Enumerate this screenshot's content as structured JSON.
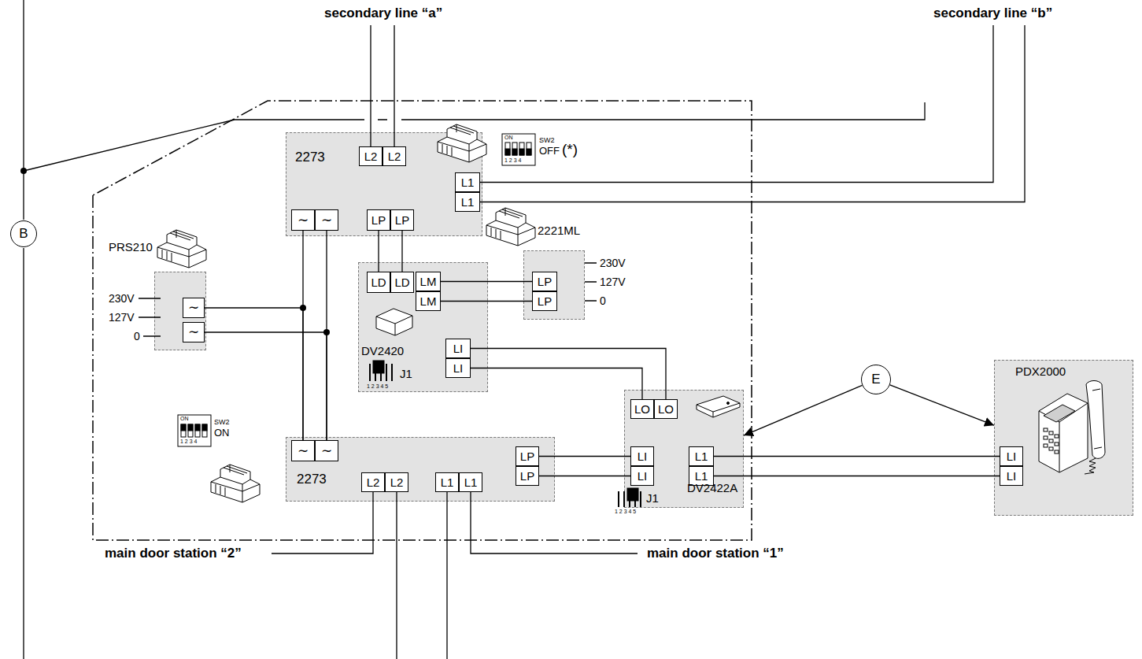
{
  "diagram": {
    "nodes": [
      {
        "text": [
          "2273"
        ]
      },
      {
        "text": [
          "L2"
        ],
        "in": 0
      },
      {
        "text": [
          "L2"
        ],
        "in": 0
      },
      {
        "text": [
          "L1"
        ],
        "in": 0
      },
      {
        "text": [
          "L1"
        ],
        "in": 0
      },
      {
        "text": [
          "∼"
        ],
        "in": 0
      },
      {
        "text": [
          "∼"
        ],
        "in": 0
      },
      {
        "text": [
          "LP"
        ],
        "in": 0
      },
      {
        "text": [
          "LP"
        ],
        "in": 0
      },
      {
        "text": [
          "PRS210"
        ]
      },
      {
        "text": [
          "∼"
        ],
        "in": 9
      },
      {
        "text": [
          "∼"
        ],
        "in": 9
      },
      {
        "text": [
          "B"
        ]
      },
      {
        "text": [
          "2221ML"
        ]
      },
      {
        "text": [
          "LP"
        ],
        "in": 13
      },
      {
        "text": [
          "LP"
        ],
        "in": 13
      },
      {
        "text": [
          "DV2420"
        ]
      },
      {
        "text": [
          "LD"
        ],
        "in": 16
      },
      {
        "text": [
          "LD"
        ],
        "in": 16
      },
      {
        "text": [
          "LM"
        ],
        "in": 16
      },
      {
        "text": [
          "LM"
        ],
        "in": 16
      },
      {
        "text": [
          "LI"
        ],
        "in": 16
      },
      {
        "text": [
          "LI"
        ],
        "in": 16
      },
      {
        "text": [
          "PDX2000"
        ]
      },
      {
        "text": [
          "LI"
        ],
        "in": 23
      },
      {
        "text": [
          "LI"
        ],
        "in": 23
      },
      {
        "text": [
          "E"
        ]
      },
      {
        "text": [
          "DV2422A"
        ]
      },
      {
        "text": [
          "LO"
        ],
        "in": 27
      },
      {
        "text": [
          "LO"
        ],
        "in": 27
      },
      {
        "text": [
          "LI"
        ],
        "in": 27
      },
      {
        "text": [
          "LI"
        ],
        "in": 27
      },
      {
        "text": [
          "L1"
        ],
        "in": 27
      },
      {
        "text": [
          "L1"
        ],
        "in": 27
      },
      {
        "text": [
          "2273"
        ]
      },
      {
        "text": [
          "∼"
        ],
        "in": 34
      },
      {
        "text": [
          "∼"
        ],
        "in": 34
      },
      {
        "text": [
          "LP"
        ],
        "in": 34
      },
      {
        "text": [
          "LP"
        ],
        "in": 34
      },
      {
        "text": [
          "L2"
        ],
        "in": 34
      },
      {
        "text": [
          "L2"
        ],
        "in": 34
      },
      {
        "text": [
          "L1"
        ],
        "in": 34
      },
      {
        "text": [
          "L1"
        ],
        "in": 34
      }
    ],
    "edges": [
      {
        "from": 5,
        "to": 35,
        "arrow": "none"
      },
      {
        "from": 6,
        "to": 36,
        "arrow": "none"
      },
      {
        "from": 10,
        "to": 35,
        "arrow": "none"
      },
      {
        "from": 11,
        "to": 36,
        "arrow": "none"
      },
      {
        "from": 7,
        "to": 17,
        "arrow": "none"
      },
      {
        "from": 8,
        "to": 18,
        "arrow": "none"
      },
      {
        "from": 19,
        "to": 14,
        "arrow": "none"
      },
      {
        "from": 20,
        "to": 15,
        "arrow": "none"
      },
      {
        "from": 21,
        "to": 29,
        "arrow": "none"
      },
      {
        "from": 22,
        "to": 28,
        "arrow": "none"
      },
      {
        "from": 37,
        "to": 30,
        "arrow": "none"
      },
      {
        "from": 38,
        "to": 31,
        "arrow": "none"
      },
      {
        "from": 32,
        "to": 24,
        "arrow": "none"
      },
      {
        "from": 33,
        "to": 25,
        "arrow": "none"
      },
      {
        "from": 26,
        "to": 27,
        "arrow": "to"
      },
      {
        "from": 26,
        "to": 23,
        "arrow": "to"
      }
    ],
    "labels": [
      "secondary line “a”",
      "secondary line “b”",
      "ON",
      "1 2 3 4",
      "SW2",
      "OFF",
      "(*)",
      "230V",
      "127V",
      "0",
      "230V",
      "127V",
      "0",
      "J1",
      "1 2 3 4 5",
      "ON",
      "1 2 3 4",
      "SW2",
      "ON",
      "J1",
      "1 2 3 4 5",
      "main door station “2”",
      "main door station “1”"
    ]
  }
}
